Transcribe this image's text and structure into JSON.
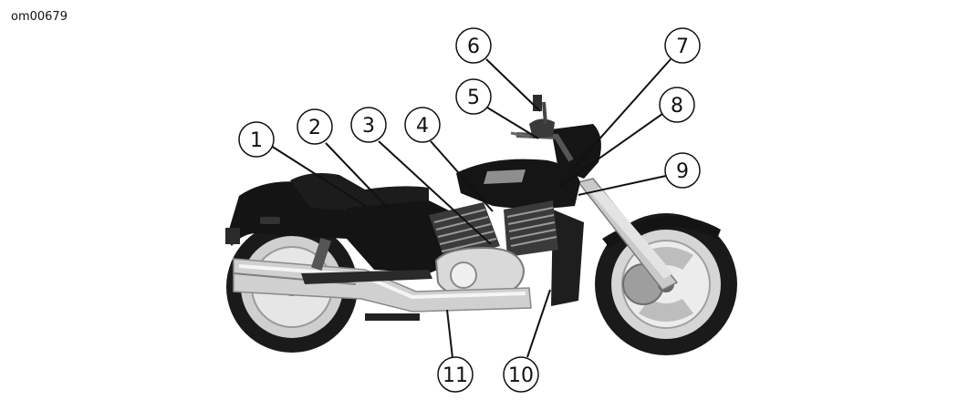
{
  "figure_id": "om00679",
  "callouts": [
    {
      "label": "1"
    },
    {
      "label": "2"
    },
    {
      "label": "3"
    },
    {
      "label": "4"
    },
    {
      "label": "5"
    },
    {
      "label": "6"
    },
    {
      "label": "7"
    },
    {
      "label": "8"
    },
    {
      "label": "9"
    },
    {
      "label": "10"
    },
    {
      "label": "11"
    }
  ],
  "colors": {
    "body": "#141414",
    "chrome": "#d8d8d8",
    "chrome_dark": "#8a8a8a",
    "tire": "#1a1a1a",
    "line": "#111111"
  }
}
